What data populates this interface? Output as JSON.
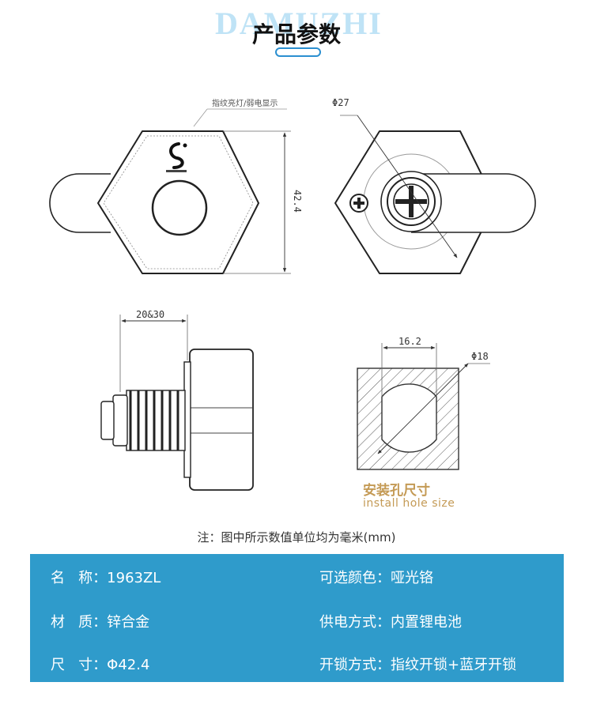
{
  "header": {
    "brand_watermark": "DAMUZHI",
    "title": "产品参数"
  },
  "drawings": {
    "front_callout": "指纹亮灯/弱电显示",
    "front_height": "42.4",
    "back_diameter": "Φ27",
    "side_depth": "20&30",
    "hole_width": "16.2",
    "hole_diameter": "Φ18",
    "install_label_cn": "安装孔尺寸",
    "install_label_en": "install hole size"
  },
  "note": "注：图中所示数值单位均为毫米(mm)",
  "specs": {
    "name_label": "名   称：",
    "name_value": "1963ZL",
    "material_label": "材   质：",
    "material_value": "锌合金",
    "size_label": "尺   寸：",
    "size_value": "Φ42.4",
    "color_label": "可选颜色：",
    "color_value": "哑光铬",
    "power_label": "供电方式：",
    "power_value": "内置锂电池",
    "unlock_label": "开锁方式：",
    "unlock_value": "指纹开锁+蓝牙开锁"
  },
  "colors": {
    "panel": "#2f9bcb",
    "accent": "#2b8fd0",
    "install_text": "#c49a55"
  }
}
